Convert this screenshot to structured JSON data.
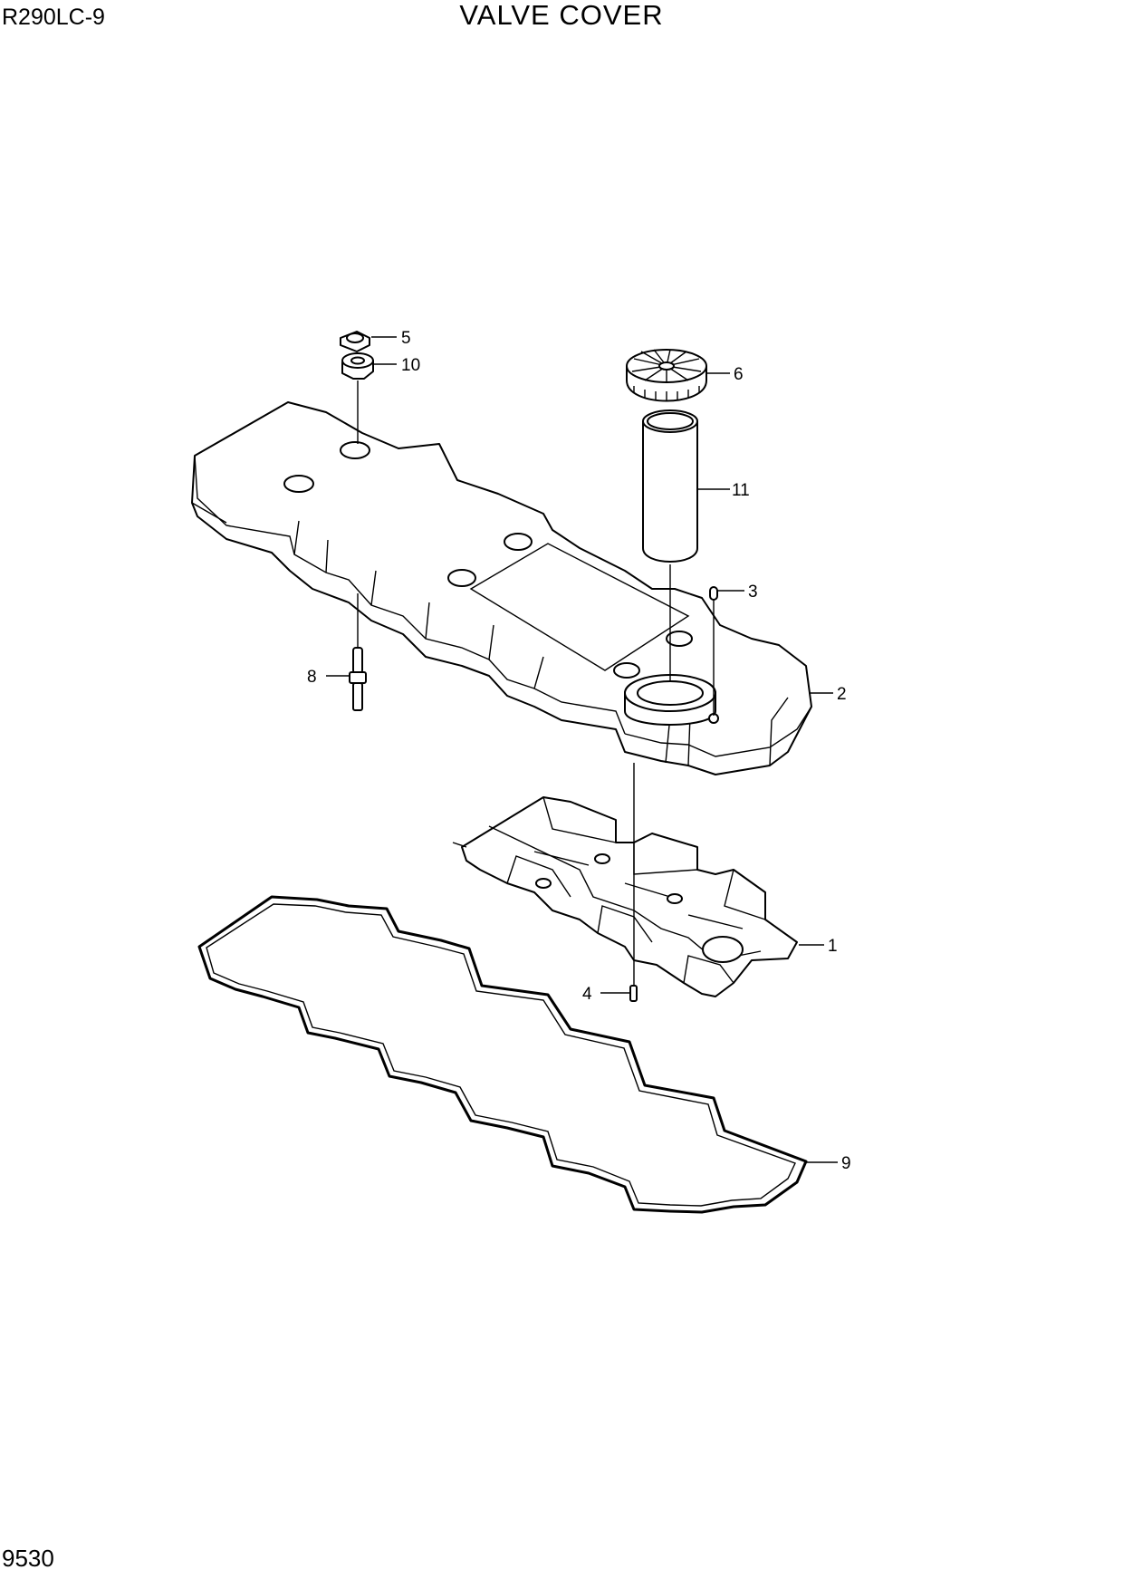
{
  "header": {
    "model": "R290LC-9",
    "title": "VALVE COVER"
  },
  "footer": {
    "page_number": "9530"
  },
  "callouts": {
    "c1": "1",
    "c2": "2",
    "c3": "3",
    "c4": "4",
    "c5": "5",
    "c6": "6",
    "c8": "8",
    "c9": "9",
    "c10": "10",
    "c11": "11"
  }
}
